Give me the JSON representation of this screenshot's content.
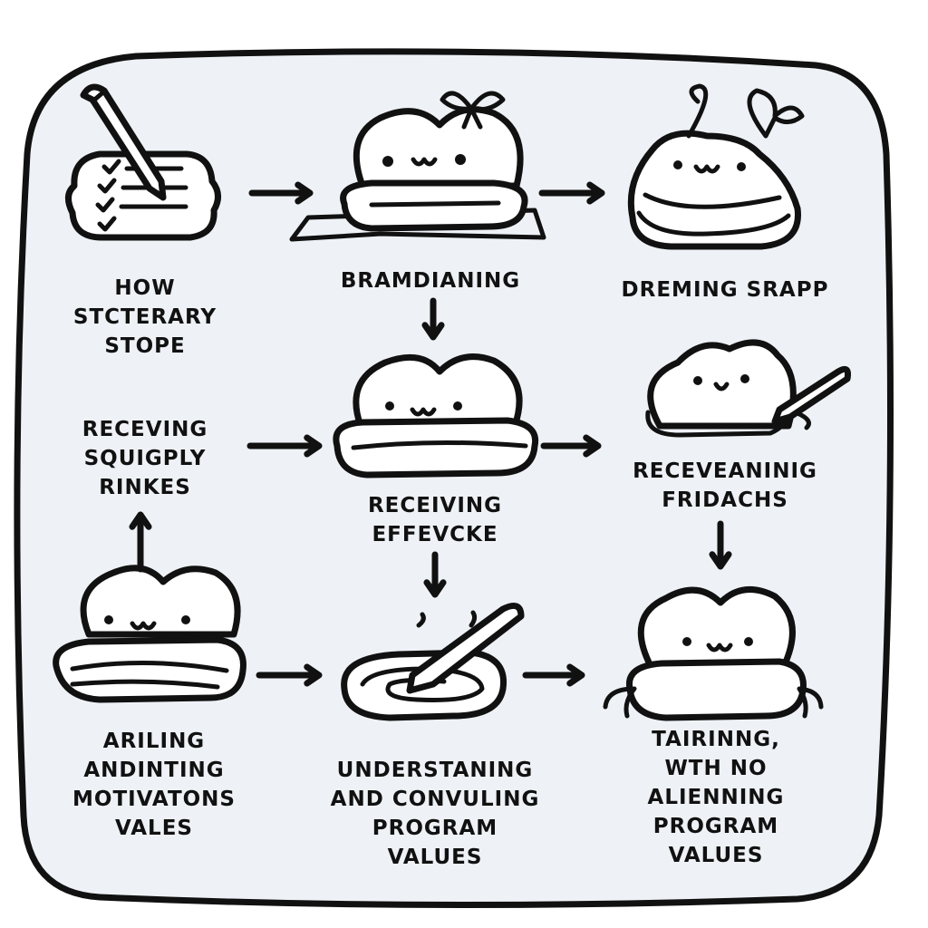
{
  "colors": {
    "ink": "#111111",
    "panel": "#eef2f6",
    "paper": "#ffffff"
  },
  "nodes": [
    {
      "id": "n1",
      "icon": "checklist-pencil-icon",
      "lines": [
        "HOW",
        "STCTERARY",
        "STOPE"
      ]
    },
    {
      "id": "n2",
      "icon": "blob-with-bow-icon",
      "lines": [
        "BRAMDIANING"
      ]
    },
    {
      "id": "n3",
      "icon": "swirl-blob-with-bow-icon",
      "lines": [
        "DREMING SRAPP"
      ]
    },
    {
      "id": "n4",
      "icon": "none",
      "lines": [
        "RECEVING",
        "SQUIGPLY",
        "RINKES"
      ]
    },
    {
      "id": "n5",
      "icon": "coiled-blob-icon",
      "lines": [
        "RECEIVING",
        "EFFEVCKE"
      ]
    },
    {
      "id": "n6",
      "icon": "blob-with-pen-icon",
      "lines": [
        "RECEVEANINIG",
        "FRIDACHS"
      ]
    },
    {
      "id": "n7",
      "icon": "coiled-blob-icon",
      "lines": [
        "ARILING",
        "ANDINTING",
        "MOTIVATONS",
        "VALES"
      ]
    },
    {
      "id": "n8",
      "icon": "spiral-pen-icon",
      "lines": [
        "UNDERSTANING",
        "AND CONVULING",
        "PROGRAM",
        "VALUES"
      ]
    },
    {
      "id": "n9",
      "icon": "blob-with-arms-icon",
      "lines": [
        "TAIRINNG,",
        "WTH NO",
        "ALIENNING",
        "PROGRAM",
        "VALUES"
      ]
    }
  ],
  "arrows": [
    {
      "from": "n1",
      "to": "n2",
      "direction": "right"
    },
    {
      "from": "n2",
      "to": "n3",
      "direction": "right"
    },
    {
      "from": "n2",
      "to": "n5",
      "direction": "down"
    },
    {
      "from": "n7",
      "to": "n4",
      "direction": "up"
    },
    {
      "from": "n4",
      "to": "n5",
      "direction": "right"
    },
    {
      "from": "n5",
      "to": "n6",
      "direction": "right"
    },
    {
      "from": "n6",
      "to": "n9",
      "direction": "down"
    },
    {
      "from": "n5",
      "to": "n8",
      "direction": "down"
    },
    {
      "from": "n7",
      "to": "n8",
      "direction": "right"
    },
    {
      "from": "n8",
      "to": "n9",
      "direction": "right"
    }
  ]
}
